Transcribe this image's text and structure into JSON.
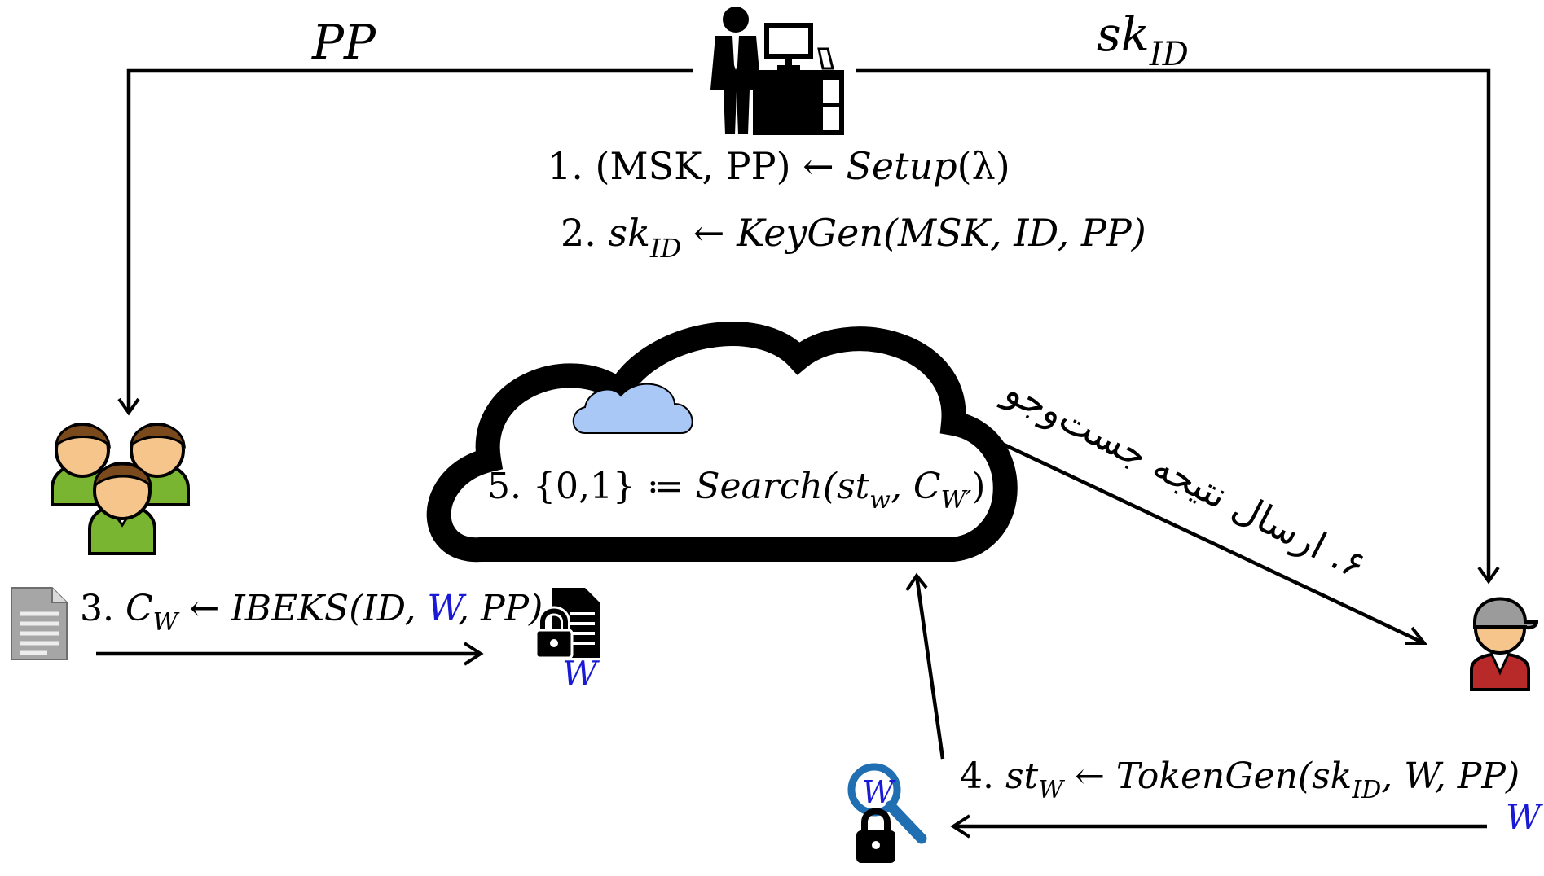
{
  "labels": {
    "pp": "PP",
    "sk": "sk",
    "sk_sub": "ID"
  },
  "steps": {
    "s1": {
      "num": "1. ",
      "lhs": "(MSK, PP)",
      "arrow": " ← ",
      "fn": "Setup",
      "args": "(λ)"
    },
    "s2": {
      "num": "2. ",
      "var": "sk",
      "sub": "ID",
      "arrow": " ← ",
      "fn": "KeyGen",
      "args": "(MSK, ID, PP)"
    },
    "s3": {
      "num": "3. ",
      "var": "C",
      "sub": "W",
      "arrow": " ← ",
      "fn": "IBEKS",
      "open": "(ID, ",
      "w": "W",
      "close": ", PP)"
    },
    "s4": {
      "num": "4. ",
      "var": "st",
      "sub": "W",
      "arrow": " ← ",
      "fn": "TokenGen",
      "open": "(sk",
      "arg_sub": "ID",
      "close": ", W, PP)"
    },
    "s5": {
      "num": "5. ",
      "set": "{0,1} ≔ ",
      "fn": "Search",
      "open": "(st",
      "st_sub": "w",
      "mid": ", C",
      "c_sub": "W′",
      "close": ")"
    },
    "s6": {
      "text": "۶. ارسال نتیجه جست‌وجو"
    }
  },
  "keyword_labels": {
    "encrypted_doc_w": "W",
    "trapdoor_w": "W",
    "user_w": "W"
  },
  "icon_names": [
    "administrator-at-desk-icon",
    "user-group-icon",
    "document-icon",
    "locked-document-icon",
    "cloud-server-icon",
    "search-trapdoor-icon",
    "receiver-user-icon"
  ],
  "colors": {
    "line": "#000000",
    "keyword": "#1a1ad6",
    "small_cloud": "#a9c8f5",
    "group_shirt": "#7ab531",
    "user_shirt": "#b82a2a",
    "cap": "#9b9b9b",
    "skin": "#f6c58c",
    "hair": "#7a4a1c"
  }
}
